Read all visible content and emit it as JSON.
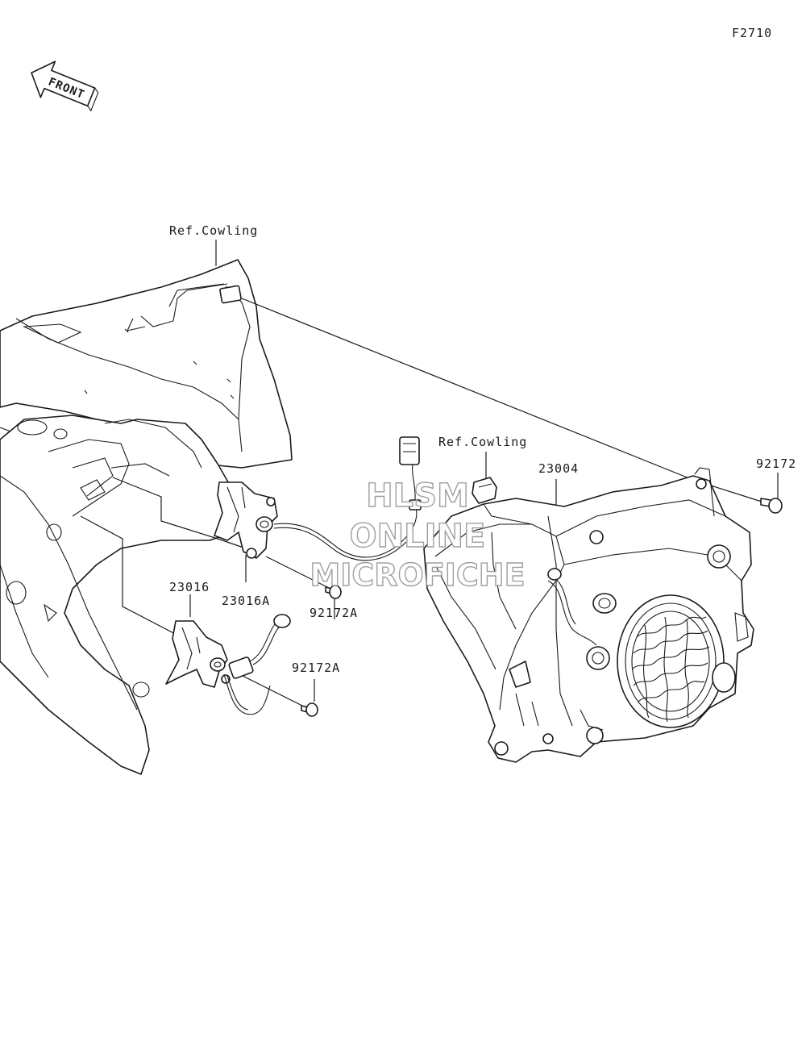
{
  "figure_code": "F2710",
  "front_arrow_text": "FRONT",
  "callouts": {
    "ref_cowling_top": "Ref.Cowling",
    "ref_cowling_mid": "Ref.Cowling",
    "part_23004": "23004",
    "part_92172": "92172",
    "part_23016": "23016",
    "part_23016A": "23016A",
    "part_92172A_upper": "92172A",
    "part_92172A_lower": "92172A"
  },
  "watermark": {
    "line1": "HLSM",
    "line2": "ONLINE",
    "line3": "MICROFICHE"
  },
  "colors": {
    "ink": "#1a1a1a",
    "watermark_outline": "#9a9a9a",
    "background": "#ffffff"
  }
}
